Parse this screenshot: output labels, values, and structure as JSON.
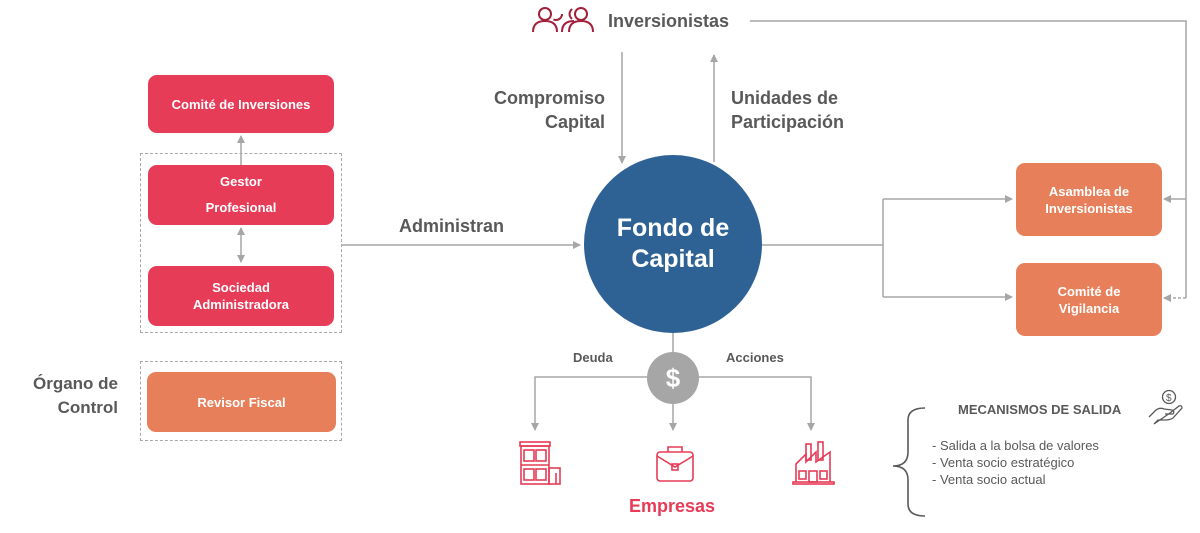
{
  "diagram": {
    "investors": {
      "label": "Inversionistas",
      "icon": "investors-group-icon"
    },
    "flows": {
      "commitment": "Compromiso\nCapital",
      "units": "Unidades de\nParticipación",
      "administer": "Administran",
      "debt": "Deuda",
      "equity": "Acciones"
    },
    "fund": {
      "label": "Fondo de\nCapital"
    },
    "left": {
      "investment_committee": "Comité de Inversiones",
      "manager": "Gestor\nProfesional",
      "admin_company": "Sociedad\nAdministradora",
      "control_label": "Órgano de\nControl",
      "fiscal_auditor": "Revisor Fiscal"
    },
    "right": {
      "assembly": "Asamblea de\nInversionistas",
      "oversight": "Comité de\nVigilancia"
    },
    "dollar_symbol": "$",
    "companies": {
      "label": "Empresas",
      "icons": [
        "office-building-icon",
        "briefcase-icon",
        "factory-icon"
      ]
    },
    "exit": {
      "title": "MECANISMOS DE SALIDA",
      "icon": "hand-money-icon",
      "items": [
        "- Salida a la bolsa de valores",
        "- Venta socio estratégico",
        "- Venta socio actual"
      ]
    },
    "colors": {
      "red": "#e63c57",
      "orange": "#e7805a",
      "blue": "#2e6294",
      "gray": "#a6a6a6",
      "text": "#595959",
      "investor_icon": "#a3203a"
    }
  }
}
